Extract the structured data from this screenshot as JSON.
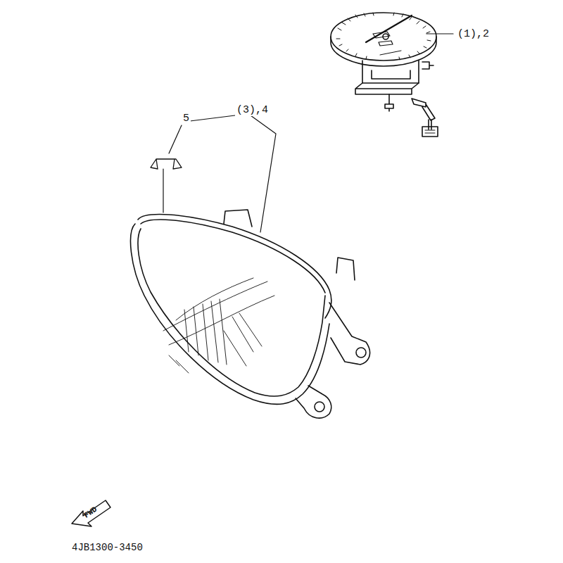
{
  "diagram": {
    "labels": [
      "(1),2",
      "(3),4",
      "5",
      "FWD",
      "4JB1300-3450"
    ]
  }
}
